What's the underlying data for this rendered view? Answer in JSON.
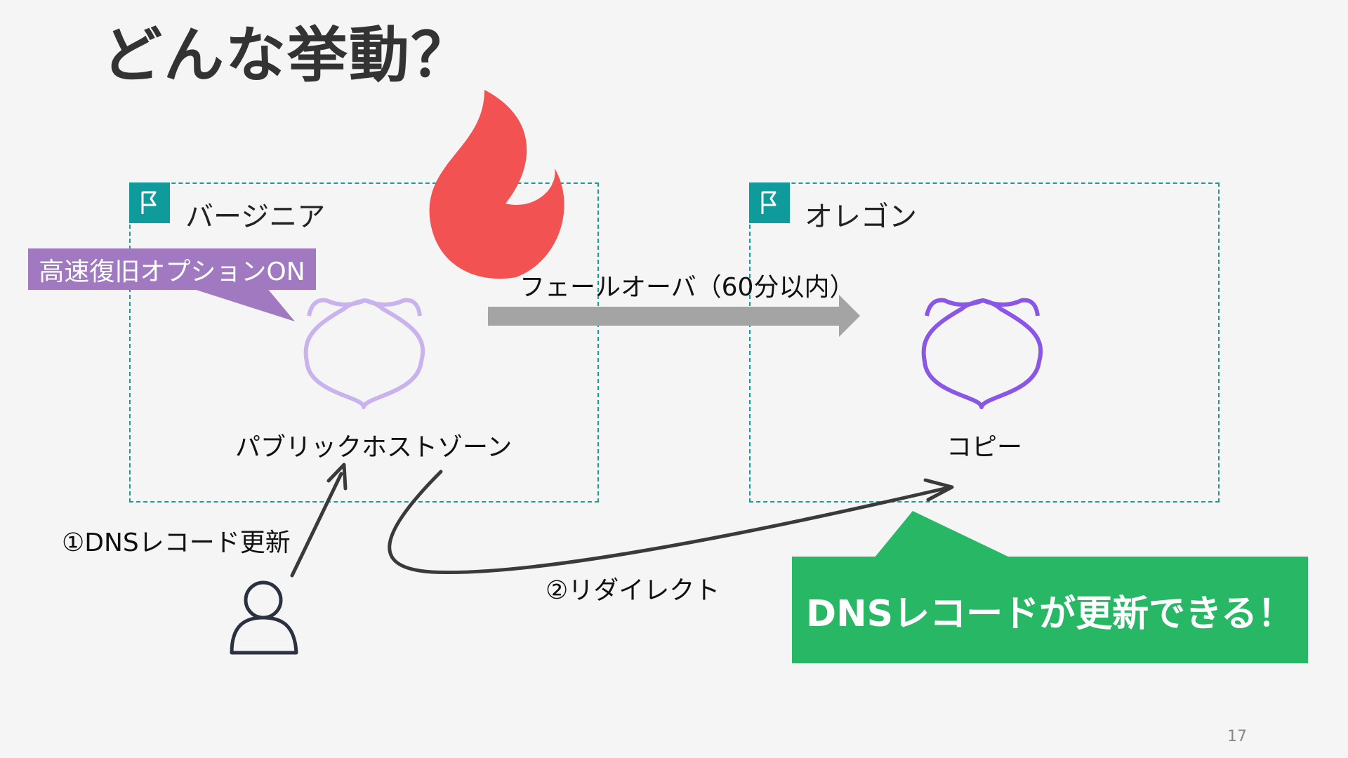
{
  "slide": {
    "title": "どんな挙動？",
    "page_number": "17"
  },
  "regions": {
    "virginia": {
      "label": "バージニア"
    },
    "oregon": {
      "label": "オレゴン"
    }
  },
  "callouts": {
    "fast_recovery": "高速復旧オプションON",
    "dns_updatable": "DNSレコードが更新できる！"
  },
  "nodes": {
    "public_zone": "パブリックホストゾーン",
    "copy": "コピー"
  },
  "arrows": {
    "failover": "フェールオーバ（60分以内）",
    "dns_update": "①DNSレコード更新",
    "redirect": "②リダイレクト"
  },
  "colors": {
    "region_border": "#1b9c9c",
    "flag_fill": "#0f9b9b",
    "purple_callout": "#a079c1",
    "green_callout": "#28b865",
    "fire": "#f25252",
    "shield_light": "#c9b3ee",
    "shield_dark": "#8a56e6",
    "gray_arrow": "#a4a4a4"
  },
  "icons": [
    "flag-icon",
    "fire-icon",
    "shield-icon",
    "user-icon"
  ]
}
